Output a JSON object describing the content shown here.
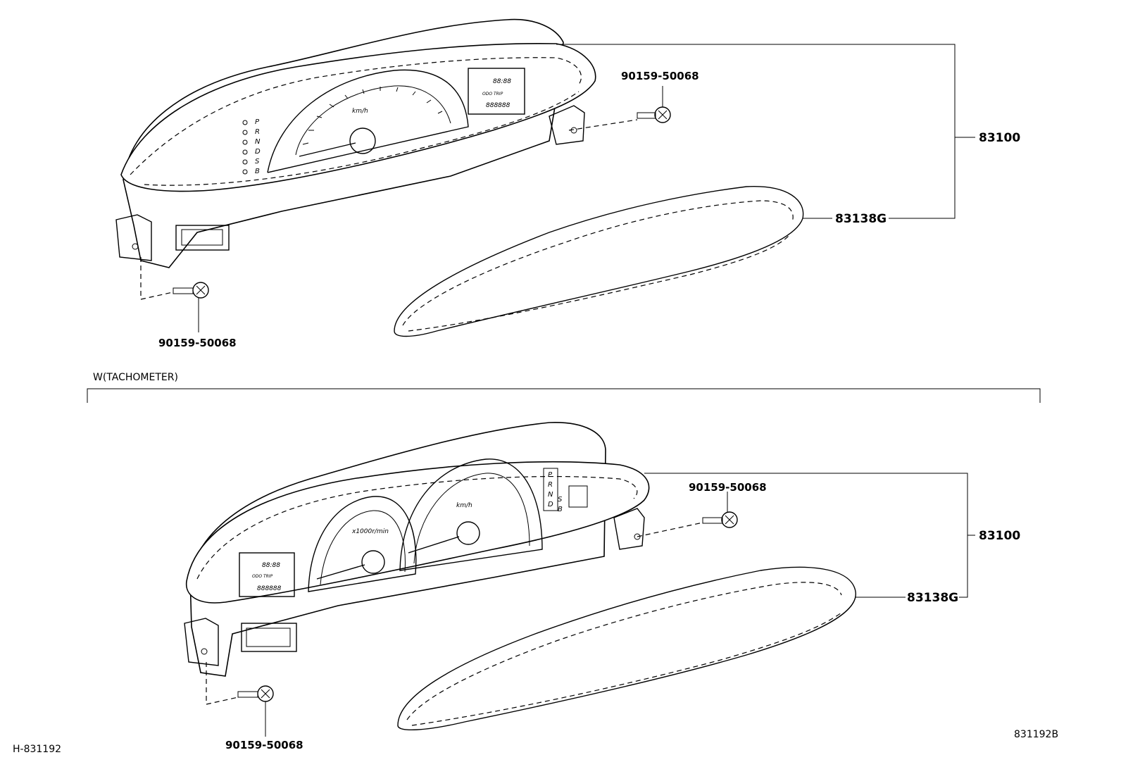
{
  "parts": {
    "top": {
      "assembly": "83100",
      "lens": "83138G",
      "screw_right": "90159-50068",
      "screw_left": "90159-50068",
      "speedo_unit": "km/h",
      "shift_letters": [
        "P",
        "R",
        "N",
        "D",
        "S",
        "B"
      ],
      "lcd_top": "88:88",
      "lcd_bottom": "888888",
      "lcd_odo": "ODO TRIP"
    },
    "section_title": "W(TACHOMETER)",
    "bottom": {
      "assembly": "83100",
      "lens": "83138G",
      "screw_right": "90159-50068",
      "screw_left": "90159-50068",
      "speedo_unit": "km/h",
      "tacho_unit": "x1000r/min",
      "shift_letters": [
        "P",
        "R",
        "N",
        "D",
        "S",
        "B"
      ],
      "lcd_top": "88:88",
      "lcd_bottom": "888888",
      "lcd_odo": "ODO TRIP"
    }
  },
  "footer": {
    "left_code": "H-831192",
    "right_code": "831192B"
  }
}
